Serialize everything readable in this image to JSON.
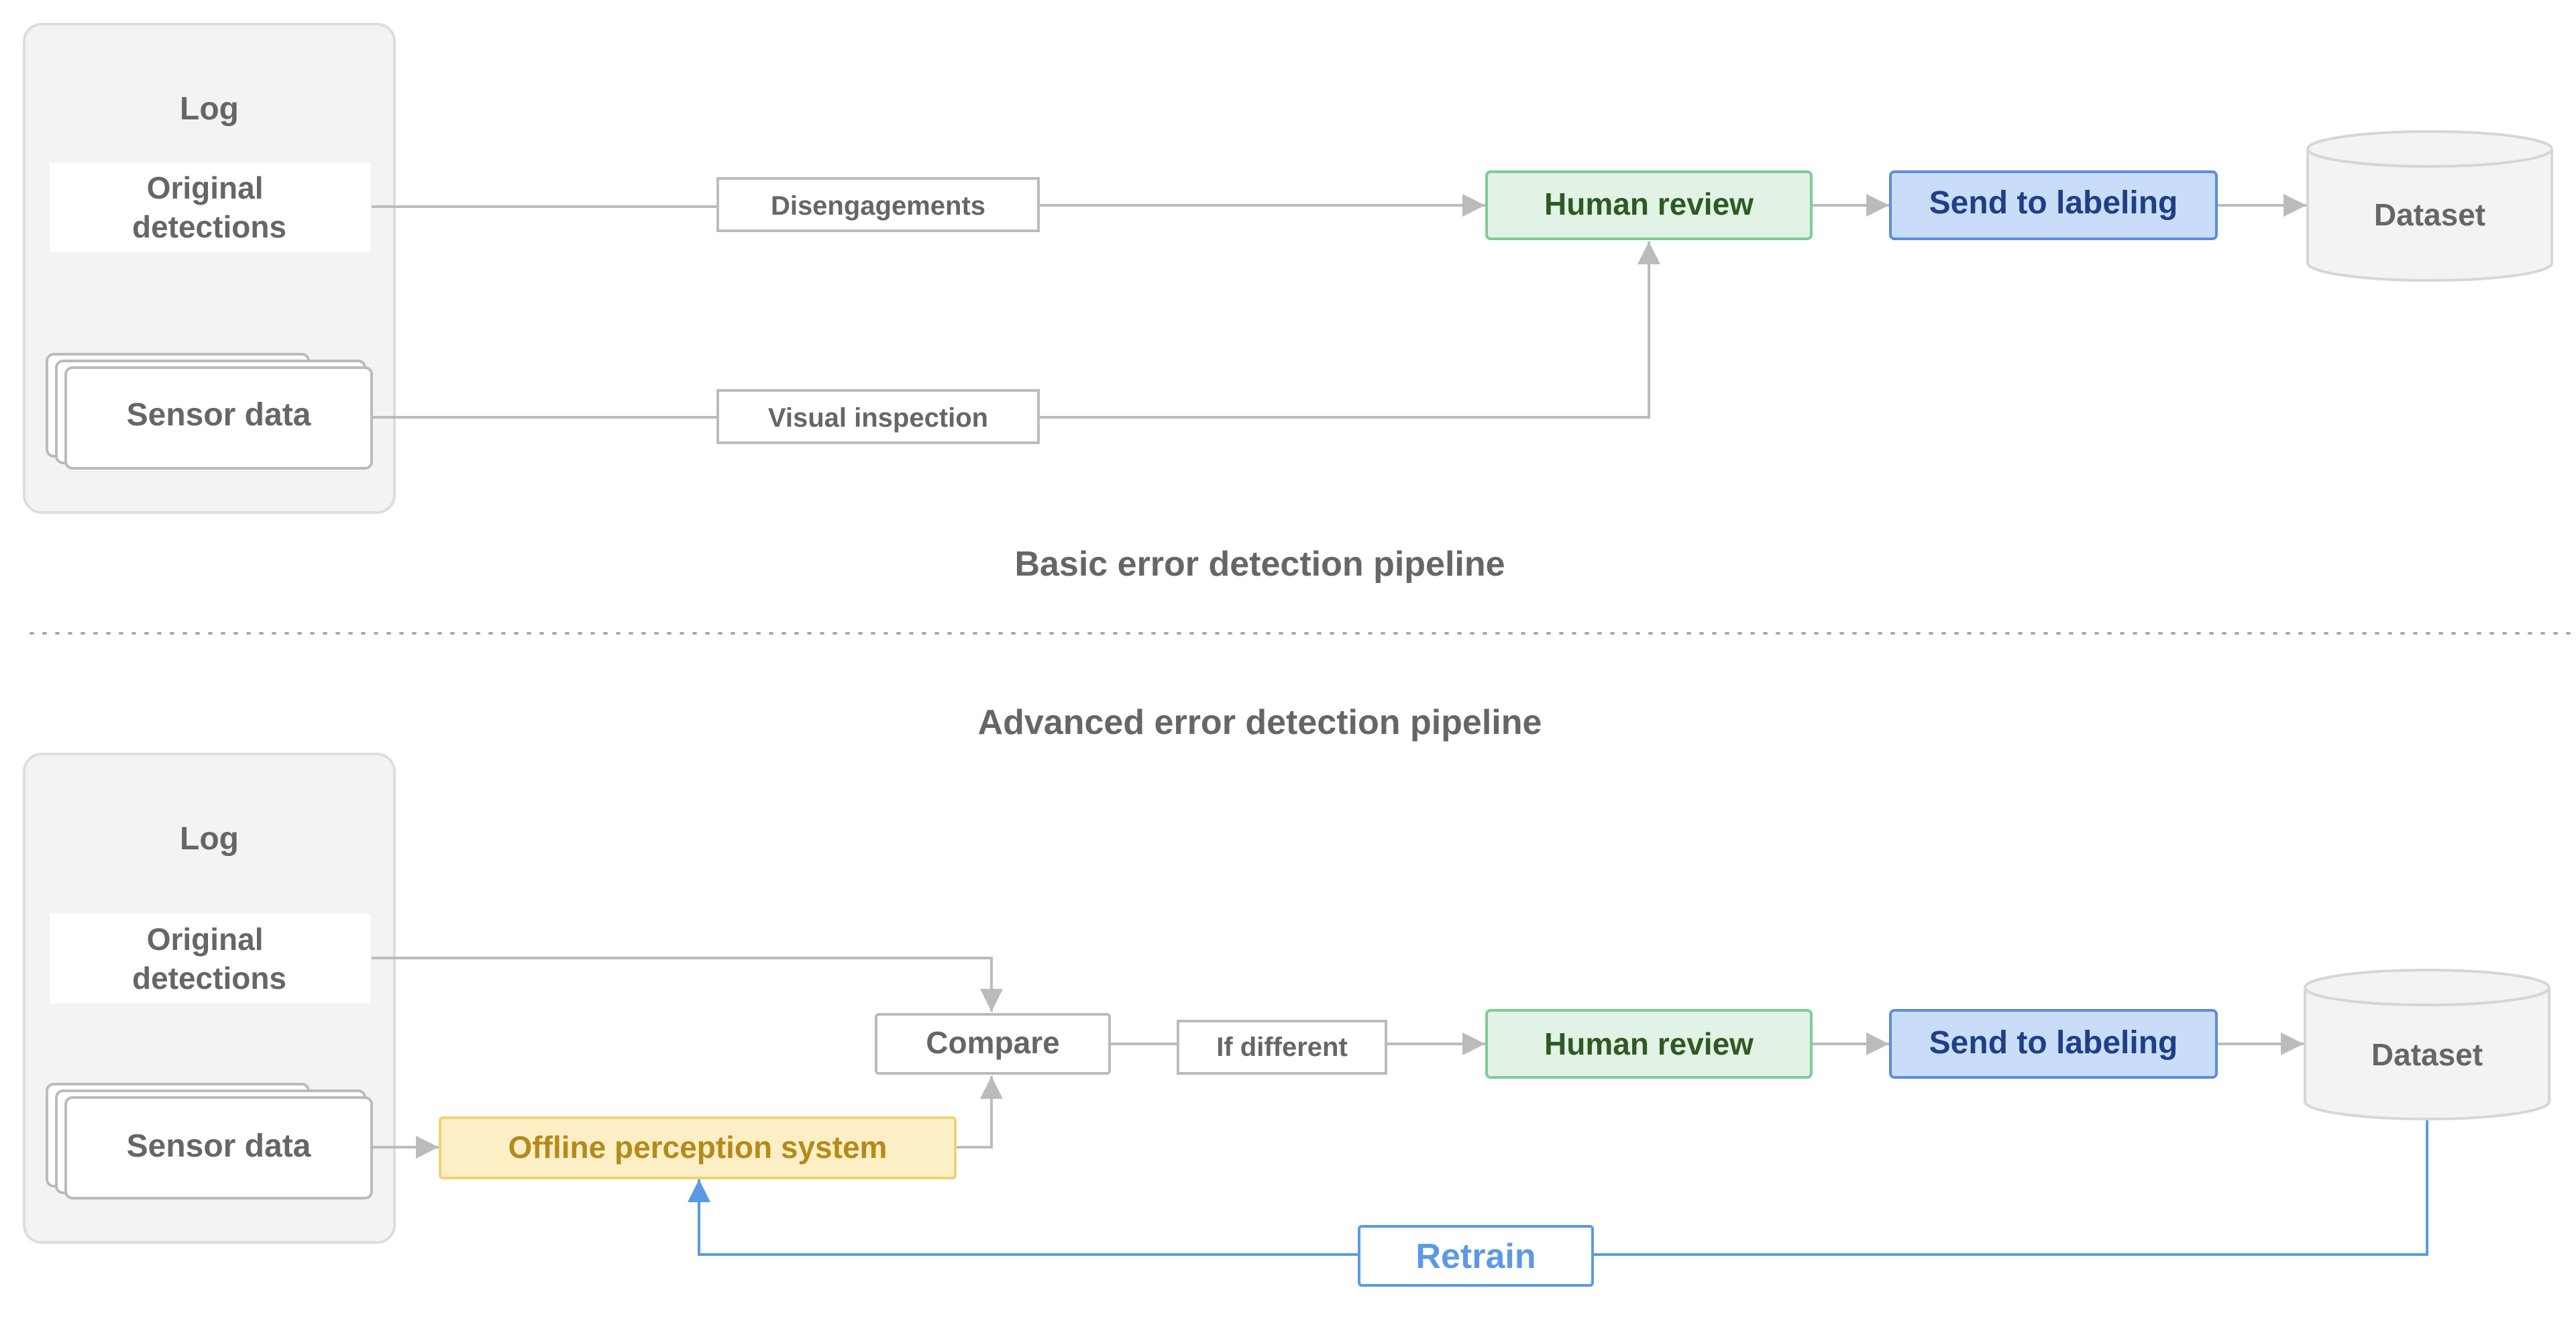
{
  "colors": {
    "gray_text": "#666666",
    "line_gray": "#bbbbbb",
    "log_panel_fill": "#f3f3f3",
    "log_panel_border": "#dddddd",
    "green_fill": "#e2f2e5",
    "green_border": "#7fcb97",
    "green_text": "#2e5a23",
    "blue_fill": "#c9dcf8",
    "blue_border": "#5b8de0",
    "blue_text": "#1f3f86",
    "yellow_fill": "#fcefc6",
    "yellow_border": "#f0d372",
    "yellow_text": "#b58a19",
    "retrain_blue": "#5b99e6"
  },
  "basic": {
    "title": "Basic error detection pipeline",
    "log_label": "Log",
    "original_detections": [
      "Original",
      "detections"
    ],
    "sensor_data": "Sensor data",
    "disengagements": "Disengagements",
    "visual_inspection": "Visual inspection",
    "human_review": "Human review",
    "send_to_labeling": "Send to labeling",
    "dataset": "Dataset"
  },
  "advanced": {
    "title": "Advanced error detection pipeline",
    "log_label": "Log",
    "original_detections": [
      "Original",
      "detections"
    ],
    "sensor_data": "Sensor data",
    "offline_perception": "Offline perception system",
    "compare": "Compare",
    "if_different": "If different",
    "human_review": "Human review",
    "send_to_labeling": "Send to labeling",
    "dataset": "Dataset",
    "retrain": "Retrain"
  }
}
